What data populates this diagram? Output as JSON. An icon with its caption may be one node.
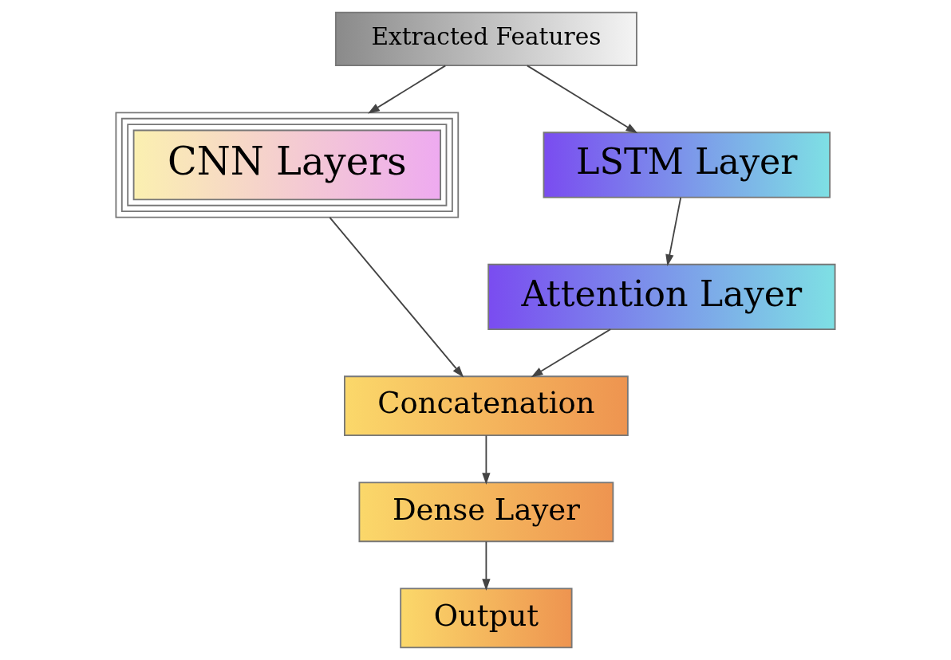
{
  "diagram": {
    "nodes": [
      {
        "text": [
          "Extracted Features"
        ]
      },
      {
        "text": [
          "CNN Layers"
        ]
      },
      {
        "text": [
          "LSTM Layer"
        ]
      },
      {
        "text": [
          "Attention Layer"
        ]
      },
      {
        "text": [
          "Concatenation"
        ]
      },
      {
        "text": [
          "Dense Layer"
        ]
      },
      {
        "text": [
          "Output"
        ]
      }
    ],
    "edges": [
      {
        "from": 0,
        "to": 1,
        "arrow": "to"
      },
      {
        "from": 0,
        "to": 2,
        "arrow": "to"
      },
      {
        "from": 2,
        "to": 3,
        "arrow": "to"
      },
      {
        "from": 1,
        "to": 4,
        "arrow": "to"
      },
      {
        "from": 3,
        "to": 4,
        "arrow": "to"
      },
      {
        "from": 4,
        "to": 5,
        "arrow": "to"
      },
      {
        "from": 5,
        "to": 6,
        "arrow": "to"
      }
    ]
  }
}
